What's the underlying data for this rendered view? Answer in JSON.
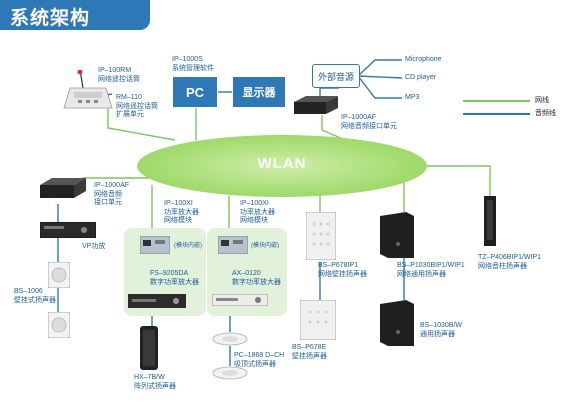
{
  "title": "系统架构",
  "legend": {
    "network": "网线",
    "audio": "音频线",
    "network_color": "#7fc65a",
    "audio_color": "#2f78b8"
  },
  "wlan": "WLAN",
  "pc": {
    "label": "PC",
    "display_label": "显示器",
    "model": "IP–1000S",
    "desc": "系统管理软件"
  },
  "mic_remote": {
    "model": "IP–100RM",
    "desc": "网络遥控话筒",
    "ext_model": "RM–110",
    "ext_desc_1": "网络遥控话筒",
    "ext_desc_2": "扩展单元"
  },
  "external_source": {
    "label": "外部音源",
    "sources": [
      "Microphone",
      "CD player",
      "MP3"
    ]
  },
  "audio_interface": {
    "model": "IP–1000AF",
    "desc": "网络音频接口单元"
  },
  "left_interface": {
    "model": "IP–1000AF",
    "desc_1": "网络音频",
    "desc_2": "接口单元"
  },
  "vp_amp": {
    "label": "VP功放"
  },
  "wall_speaker_left": {
    "model": "BS–1006",
    "desc": "壁挂式扬声器"
  },
  "amp_module_1": {
    "model": "IP–100XI",
    "desc_1": "功率放大器",
    "desc_2": "网络模块",
    "tag": "(模块内嵌)",
    "amp_model": "FS–9205DA",
    "amp_desc": "数字功率放大器"
  },
  "amp_module_2": {
    "model": "IP–100XI",
    "desc_1": "功率放大器",
    "desc_2": "网络模块",
    "tag": "(模块内嵌)",
    "amp_model": "AX–0120",
    "amp_desc": "数字功率放大器"
  },
  "column_speaker_hx": {
    "model": "HX–7B/W",
    "desc": "阵列式扬声器"
  },
  "ceiling_speaker": {
    "model": "PC–1868 D–CH",
    "desc": "吸顶式扬声器"
  },
  "bs_p678ip1": {
    "model": "BS–P678IP1",
    "desc": "网络壁挂扬声器"
  },
  "bs_p678e": {
    "model": "BS–P678E",
    "desc": "壁挂扬声器"
  },
  "bs_p1030bip1": {
    "model": "BS–P1030BIP1/WIP1",
    "desc": "网络通用扬声器"
  },
  "bs_1030b": {
    "model": "BS–1030B/W",
    "desc": "通用扬声器"
  },
  "tz_p406": {
    "model": "TZ–P406BIP1/WIP1",
    "desc": "网络音柱扬声器"
  }
}
